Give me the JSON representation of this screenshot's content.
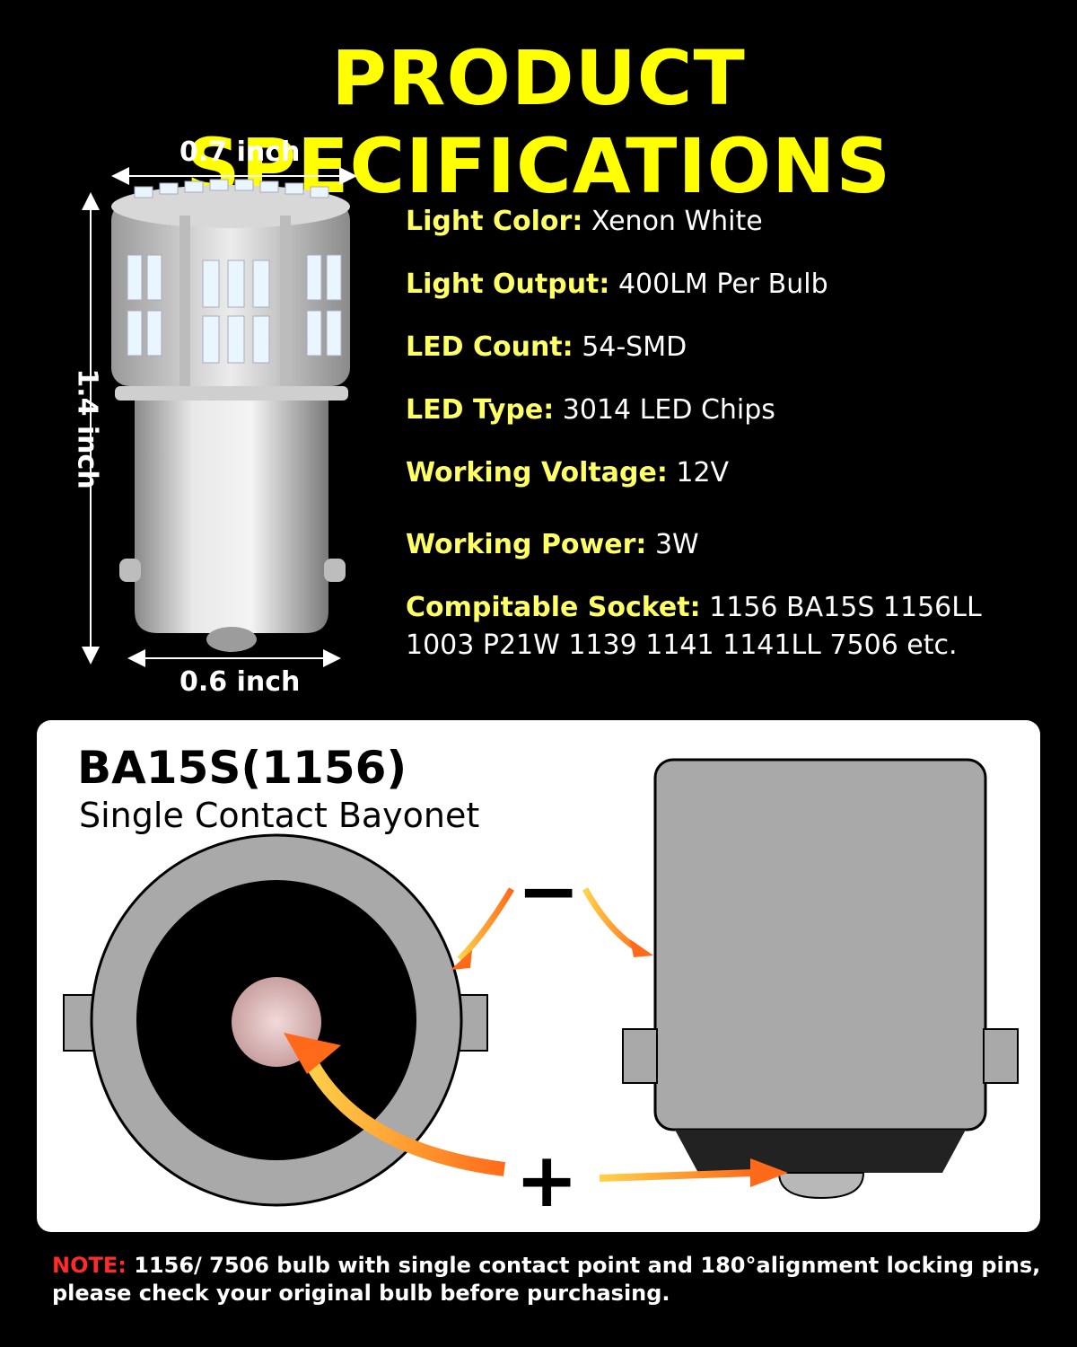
{
  "title": "PRODUCT SPECIFICATIONS",
  "dimensions": {
    "top_width": "0.7 inch",
    "height": "1.4 inch",
    "bottom_width": "0.6 inch"
  },
  "specs": [
    {
      "key": "Light Color:",
      "value": "Xenon White"
    },
    {
      "key": "Light Output:",
      "value": "400LM Per Bulb"
    },
    {
      "key": "LED Count:",
      "value": "54-SMD"
    },
    {
      "key": "LED Type:",
      "value": "3014 LED Chips"
    },
    {
      "key": "Working Voltage:",
      "value": "12V"
    },
    {
      "key": "Working Power:",
      "value": "3W"
    },
    {
      "key": "Compitable Socket:",
      "value": "1156 BA15S 1156LL 1003 P21W 1139 1141 1141LL 7506 etc."
    }
  ],
  "base": {
    "name": "BA15S(1156)",
    "subtitle": "Single Contact Bayonet",
    "minus_sign": "−",
    "plus_sign": "+"
  },
  "note": {
    "label": "NOTE:",
    "line1": " 1156/ 7506 bulb with single contact point and 180°alignment locking pins,",
    "line2": "please check your original bulb before purchasing."
  },
  "colors": {
    "title": "#ffff00",
    "spec_key": "#ffff66",
    "note_label": "#ff2a2a",
    "arrow": "#ff8c1a"
  }
}
